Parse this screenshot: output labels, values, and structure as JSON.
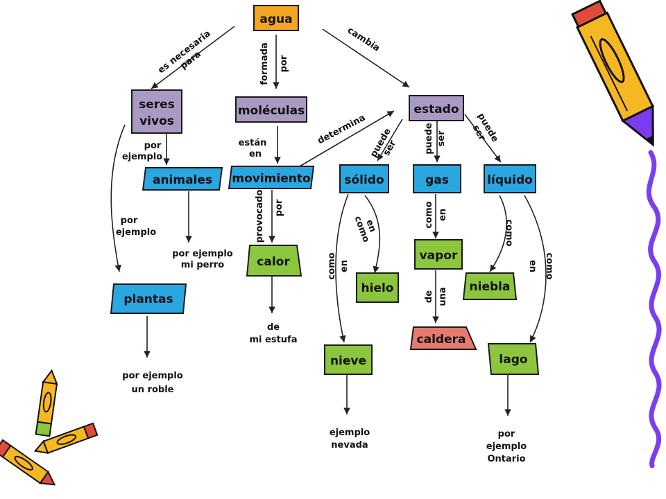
{
  "colors": {
    "purple": "#a99ac4",
    "orange": "#f2a623",
    "blue": "#2aa6e1",
    "green": "#8cc63f",
    "salmon": "#e57a6f",
    "squiggle": "#7a3df0"
  },
  "icons": [
    "pencil-icon",
    "crossed-pencils-icon",
    "wavy-line-decoration"
  ],
  "nodes": {
    "agua": "agua",
    "seres_vivos_1": "seres",
    "seres_vivos_2": "vivos",
    "moleculas": "moléculas",
    "estado": "estado",
    "animales": "animales",
    "movimiento": "movimiento",
    "solido": "sólido",
    "gas": "gas",
    "liquido": "líquido",
    "plantas": "plantas",
    "calor": "calor",
    "vapor": "vapor",
    "hielo": "hielo",
    "niebla": "niebla",
    "caldera": "caldera",
    "nieve": "nieve",
    "lago": "lago"
  },
  "labels": {
    "es_necesaria_para": [
      "es necesaria",
      "para"
    ],
    "formada_por": [
      "formada",
      "por"
    ],
    "cambia": "cambia",
    "determina": "determina",
    "puede_ser_solido": [
      "puede",
      "ser"
    ],
    "puede_ser_gas": [
      "puede",
      "ser"
    ],
    "puede_ser_liquido": [
      "puede",
      "ser"
    ],
    "estan_en": [
      "están",
      "en"
    ],
    "por_ejemplo_animales": [
      "por",
      "ejemplo"
    ],
    "por_ejemplo_plantas": [
      "por",
      "ejemplo"
    ],
    "por_ejemplo_mi_perro": [
      "por ejemplo",
      "mi perro"
    ],
    "provocado_por": [
      "provocado",
      "por"
    ],
    "como_en_hielo": [
      "como",
      "en"
    ],
    "como_en_nieve": [
      "como",
      "en"
    ],
    "como_en_vapor": [
      "como",
      "en"
    ],
    "como_niebla": "como",
    "como_en_lago": [
      "como",
      "en"
    ],
    "de_una": [
      "de",
      "una"
    ],
    "de_mi_estufa": [
      "de",
      "mi estufa"
    ],
    "por_ejemplo_un_roble": [
      "por ejemplo",
      "un roble"
    ],
    "ejemplo_nevada": [
      "ejemplo",
      "nevada"
    ],
    "por_ejemplo_ontario": [
      "por",
      "ejemplo",
      "Ontario"
    ]
  }
}
